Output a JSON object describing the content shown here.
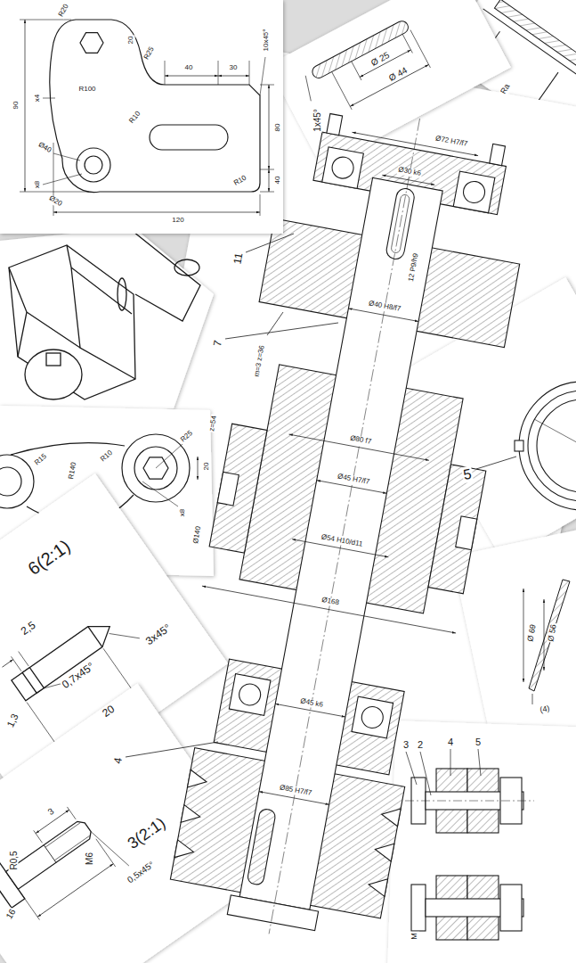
{
  "diagram": {
    "labels": [
      "R20",
      "20",
      "R25",
      "40",
      "30",
      "10x45°",
      "90",
      "x4",
      "R100",
      "R10",
      "80",
      "40",
      "Ø40",
      "Ø20",
      "x8",
      "R10",
      "120",
      "Ø 25",
      "Ø 44",
      "1x45°",
      "Ra",
      "Ø72 H7/f7",
      "Ø30 k6",
      "12 P9/h9",
      "11",
      "Ø40 H8/f7",
      "7",
      "m=3 z=36",
      "z=54",
      "Ø80 f7",
      "Ø45 H7/f7",
      "Ø54 H10/d11",
      "Ø168",
      "Ø140",
      "Ø45 k6",
      "Ø85 H7/f7",
      "4",
      "5",
      "Ø 69",
      "Ø 56",
      "(4)",
      "R15",
      "R140",
      "R10",
      "R25",
      "20",
      "x8",
      "6(2:1)",
      "2,5",
      "3x45°",
      "0,7x45°",
      "20",
      "1,3",
      "3(2:1)",
      "3",
      "R0,5",
      "M6",
      "0,5x45°",
      "16",
      "3",
      "2",
      "4",
      "5",
      "M"
    ]
  }
}
